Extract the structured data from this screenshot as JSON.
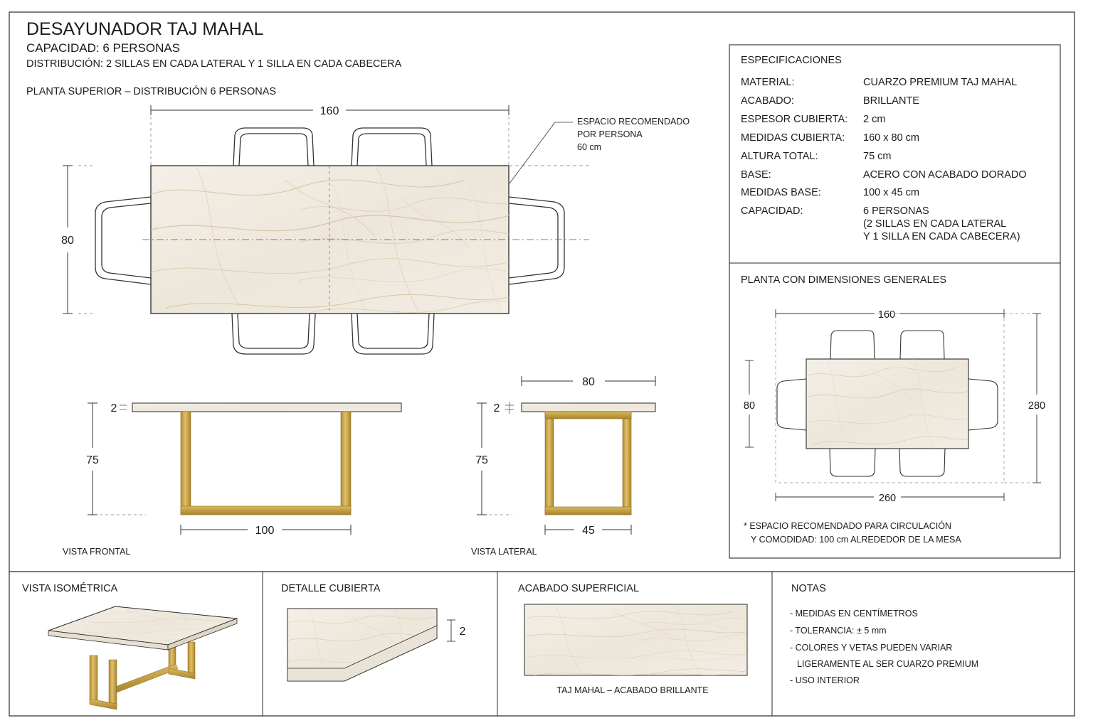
{
  "header": {
    "title": "DESAYUNADOR TAJ MAHAL",
    "capacity": "CAPACIDAD: 6 PERSONAS",
    "distribution": "DISTRIBUCIÓN: 2 SILLAS EN CADA LATERAL Y 1 SILLA EN CADA CABECERA"
  },
  "top_plan": {
    "title": "PLANTA SUPERIOR – DISTRIBUCIÓN 6 PERSONAS",
    "width_label": "160",
    "depth_label": "80",
    "annotation": [
      "ESPACIO RECOMENDADO",
      "POR PERSONA",
      "60 cm"
    ]
  },
  "front_view": {
    "label": "VISTA FRONTAL",
    "thickness_label": "2",
    "height_label": "75",
    "base_label": "100"
  },
  "side_view": {
    "label": "VISTA LATERAL",
    "width_label": "80",
    "thickness_label": "2",
    "height_label": "75",
    "base_label": "45"
  },
  "specs": {
    "title": "ESPECIFICACIONES",
    "rows": [
      {
        "label": "MATERIAL:",
        "value": "CUARZO PREMIUM TAJ MAHAL"
      },
      {
        "label": "ACABADO:",
        "value": "BRILLANTE"
      },
      {
        "label": "ESPESOR CUBIERTA:",
        "value": "2 cm"
      },
      {
        "label": "MEDIDAS CUBIERTA:",
        "value": "160 x 80 cm"
      },
      {
        "label": "ALTURA TOTAL:",
        "value": "75 cm"
      },
      {
        "label": "BASE:",
        "value": "ACERO CON ACABADO DORADO"
      },
      {
        "label": "MEDIDAS BASE:",
        "value": "100 x 45 cm"
      },
      {
        "label": "CAPACIDAD:",
        "value": "6 PERSONAS"
      }
    ],
    "capacity_extra": [
      "(2 SILLAS EN CADA LATERAL",
      "Y 1 SILLA EN CADA CABECERA)"
    ]
  },
  "general_plan": {
    "title": "PLANTA CON DIMENSIONES GENERALES",
    "width_label": "160",
    "depth_label": "80",
    "total_width_label": "260",
    "total_depth_label": "280",
    "note": [
      "* ESPACIO RECOMENDADO PARA CIRCULACIÓN",
      "Y COMODIDAD: 100 cm ALREDEDOR DE LA MESA"
    ]
  },
  "bottom": {
    "iso_title": "VISTA ISOMÉTRICA",
    "detail_title": "DETALLE CUBIERTA",
    "detail_label": "2",
    "finish_title": "ACABADO SUPERFICIAL",
    "finish_caption": "TAJ MAHAL – ACABADO BRILLANTE",
    "notes_title": "NOTAS",
    "notes": [
      "- MEDIDAS EN CENTÍMETROS",
      "- TOLERANCIA: ± 5 mm",
      "- COLORES Y VETAS PUEDEN VARIAR",
      "LIGERAMENTE AL SER CUARZO PREMIUM",
      "- USO INTERIOR"
    ]
  },
  "colors": {
    "marble": "#efe9df",
    "vein": "#d6c3a6",
    "gold": "#c9a445",
    "gold_dark": "#a8852c",
    "line": "#2a2a2a"
  }
}
